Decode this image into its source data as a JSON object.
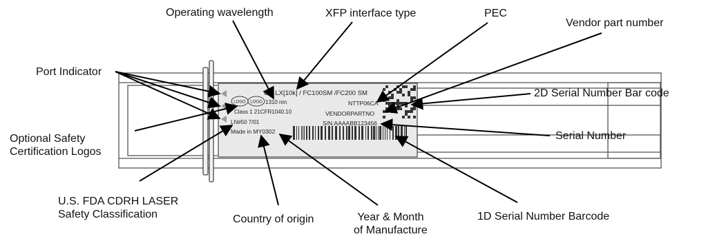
{
  "callouts": {
    "operating_wavelength": "Operating wavelength",
    "xfp_interface_type": "XFP interface type",
    "pec": "PEC",
    "vendor_part_number": "Vendor part number",
    "port_indicator": "Port Indicator",
    "serial_2d_barcode": "2D Serial Number Bar code",
    "optional_safety_logos": "Optional Safety\nCertification Logos",
    "serial_number": "Serial Number",
    "fda_cdrh": "U.S. FDA CDRH LASER\nSafety Classification",
    "country_of_origin": "Country of origin",
    "year_month": "Year & Month\nof Manufacture",
    "serial_1d_barcode": "1D Serial Number Barcode"
  },
  "label": {
    "interface_line": "GE LX[10k] / FC100SM /FC200 SM",
    "logo_text": "LOGO",
    "wavelength": "1310 nm",
    "pec_code": "NTTP06CA",
    "class_line": "Class 1 21CFR1040.10",
    "vendor_part": "VENDORPARTNO",
    "serial_line": "S/N:AAAABB123456",
    "ln_line": "LN#50 7/01",
    "made_in": "Made in MY0302"
  }
}
